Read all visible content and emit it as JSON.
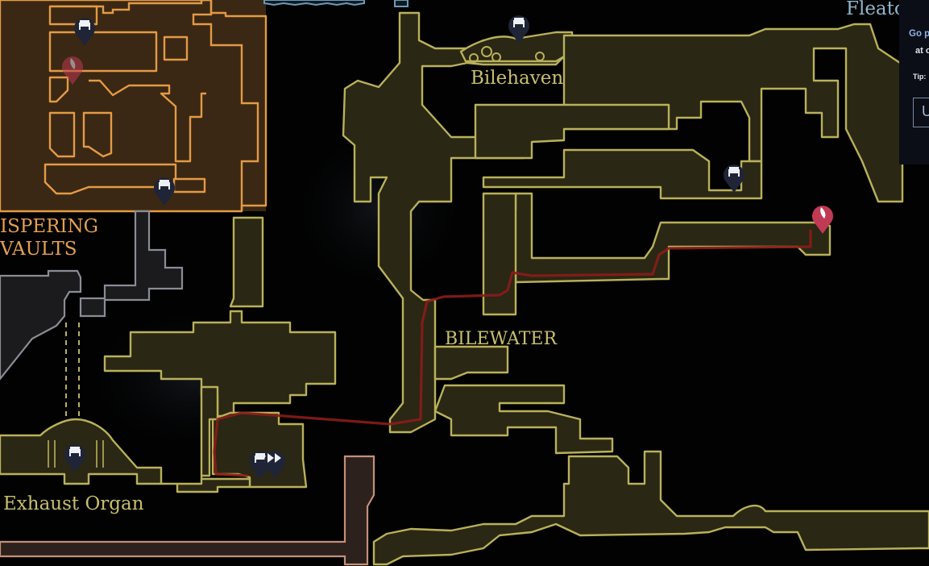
{
  "map": {
    "title": "Pharloom Map",
    "areas": [
      {
        "name": "Bilehaven",
        "type": "sub-area",
        "color": "#c8bf6c"
      },
      {
        "name": "BILEWATER",
        "type": "region",
        "color": "#c8bf6c"
      },
      {
        "name": "Exhaust Organ",
        "type": "sub-area",
        "color": "#c8bf6c"
      },
      {
        "name": "ISPERING",
        "type": "region-partial",
        "color": "#e59f51"
      },
      {
        "name": "VAULTS",
        "type": "region-partial",
        "color": "#e59f51"
      },
      {
        "name": "Fleato",
        "type": "sub-area-partial",
        "color": "#8fb7cc"
      }
    ],
    "region_colors": {
      "bilewater": "#b9b15a",
      "whispering_vaults": "#e49a45",
      "grey_zone": "#8a8c95",
      "pink_zone": "#c58f78",
      "blue_zone": "#6d9ab8",
      "route": "#8b1c1a"
    },
    "markers": [
      {
        "id": "bench-1",
        "icon": "bench-icon",
        "label": "Bench",
        "color": "#1f2437"
      },
      {
        "id": "bench-2",
        "icon": "bench-icon",
        "label": "Bench",
        "color": "#1f2437"
      },
      {
        "id": "bench-3",
        "icon": "bench-icon",
        "label": "Bench",
        "color": "#1f2437"
      },
      {
        "id": "bench-4",
        "icon": "bench-icon",
        "label": "Bench",
        "color": "#1f2437"
      },
      {
        "id": "bench-5",
        "icon": "bench-icon",
        "label": "Bench",
        "color": "#1f2437"
      },
      {
        "id": "bench-6",
        "icon": "bench-icon",
        "label": "Bench",
        "color": "#1f2437"
      },
      {
        "id": "fast-travel",
        "icon": "fast-forward-icon",
        "label": "Fast Travel",
        "color": "#1f2437"
      },
      {
        "id": "target",
        "icon": "feather-icon",
        "label": "Destination",
        "color": "#c03a54"
      },
      {
        "id": "target-faded",
        "icon": "feather-icon",
        "label": "Destination",
        "color": "#7a2a33"
      }
    ]
  },
  "panel": {
    "line1": "Go p",
    "line2": "at o",
    "tip": "Tip:",
    "button": "U"
  }
}
